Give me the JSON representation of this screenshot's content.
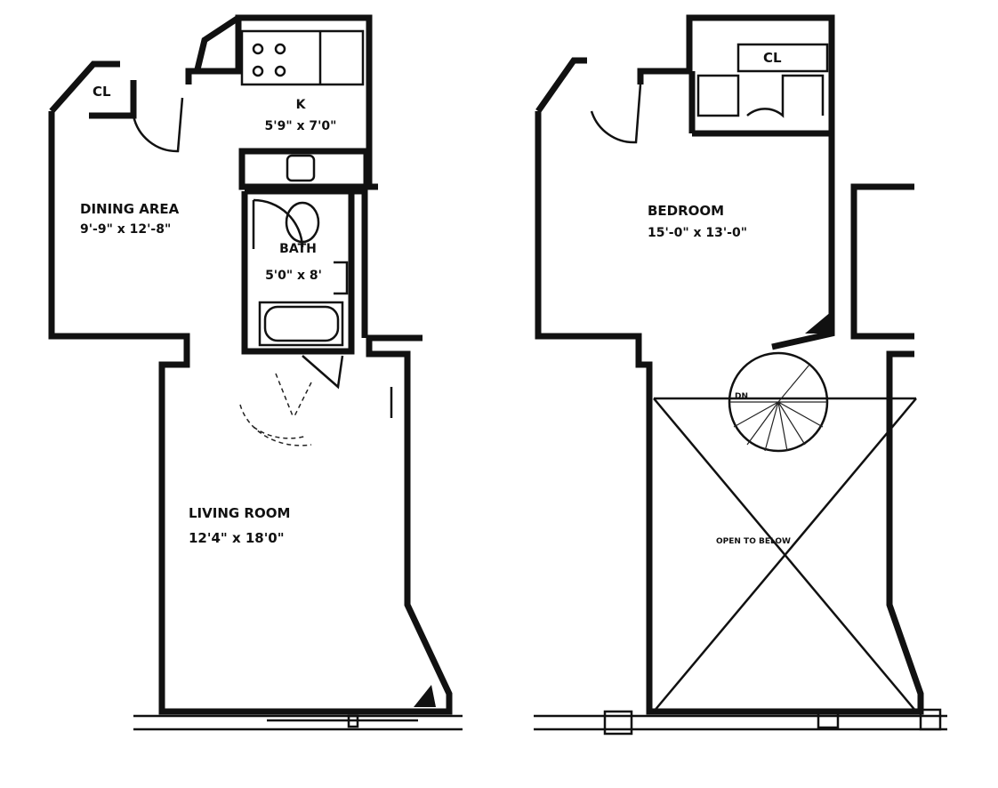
{
  "lower_level": {
    "closet": "CL",
    "kitchen": {
      "name": "K",
      "size": "5'9\" x 7'0\""
    },
    "dining": {
      "name": "DINING AREA",
      "size": "9'-9\" x 12'-8\""
    },
    "bath": {
      "name": "BATH",
      "size": "5'0\" x 8'"
    },
    "living": {
      "name": "LIVING ROOM",
      "size": "12'4\"  x  18'0\""
    }
  },
  "upper_level": {
    "closet": "CL",
    "bedroom": {
      "name": "BEDROOM",
      "size": "15'-0\" x 13'-0\""
    },
    "stair": "DN",
    "open": "OPEN TO BELOW"
  }
}
